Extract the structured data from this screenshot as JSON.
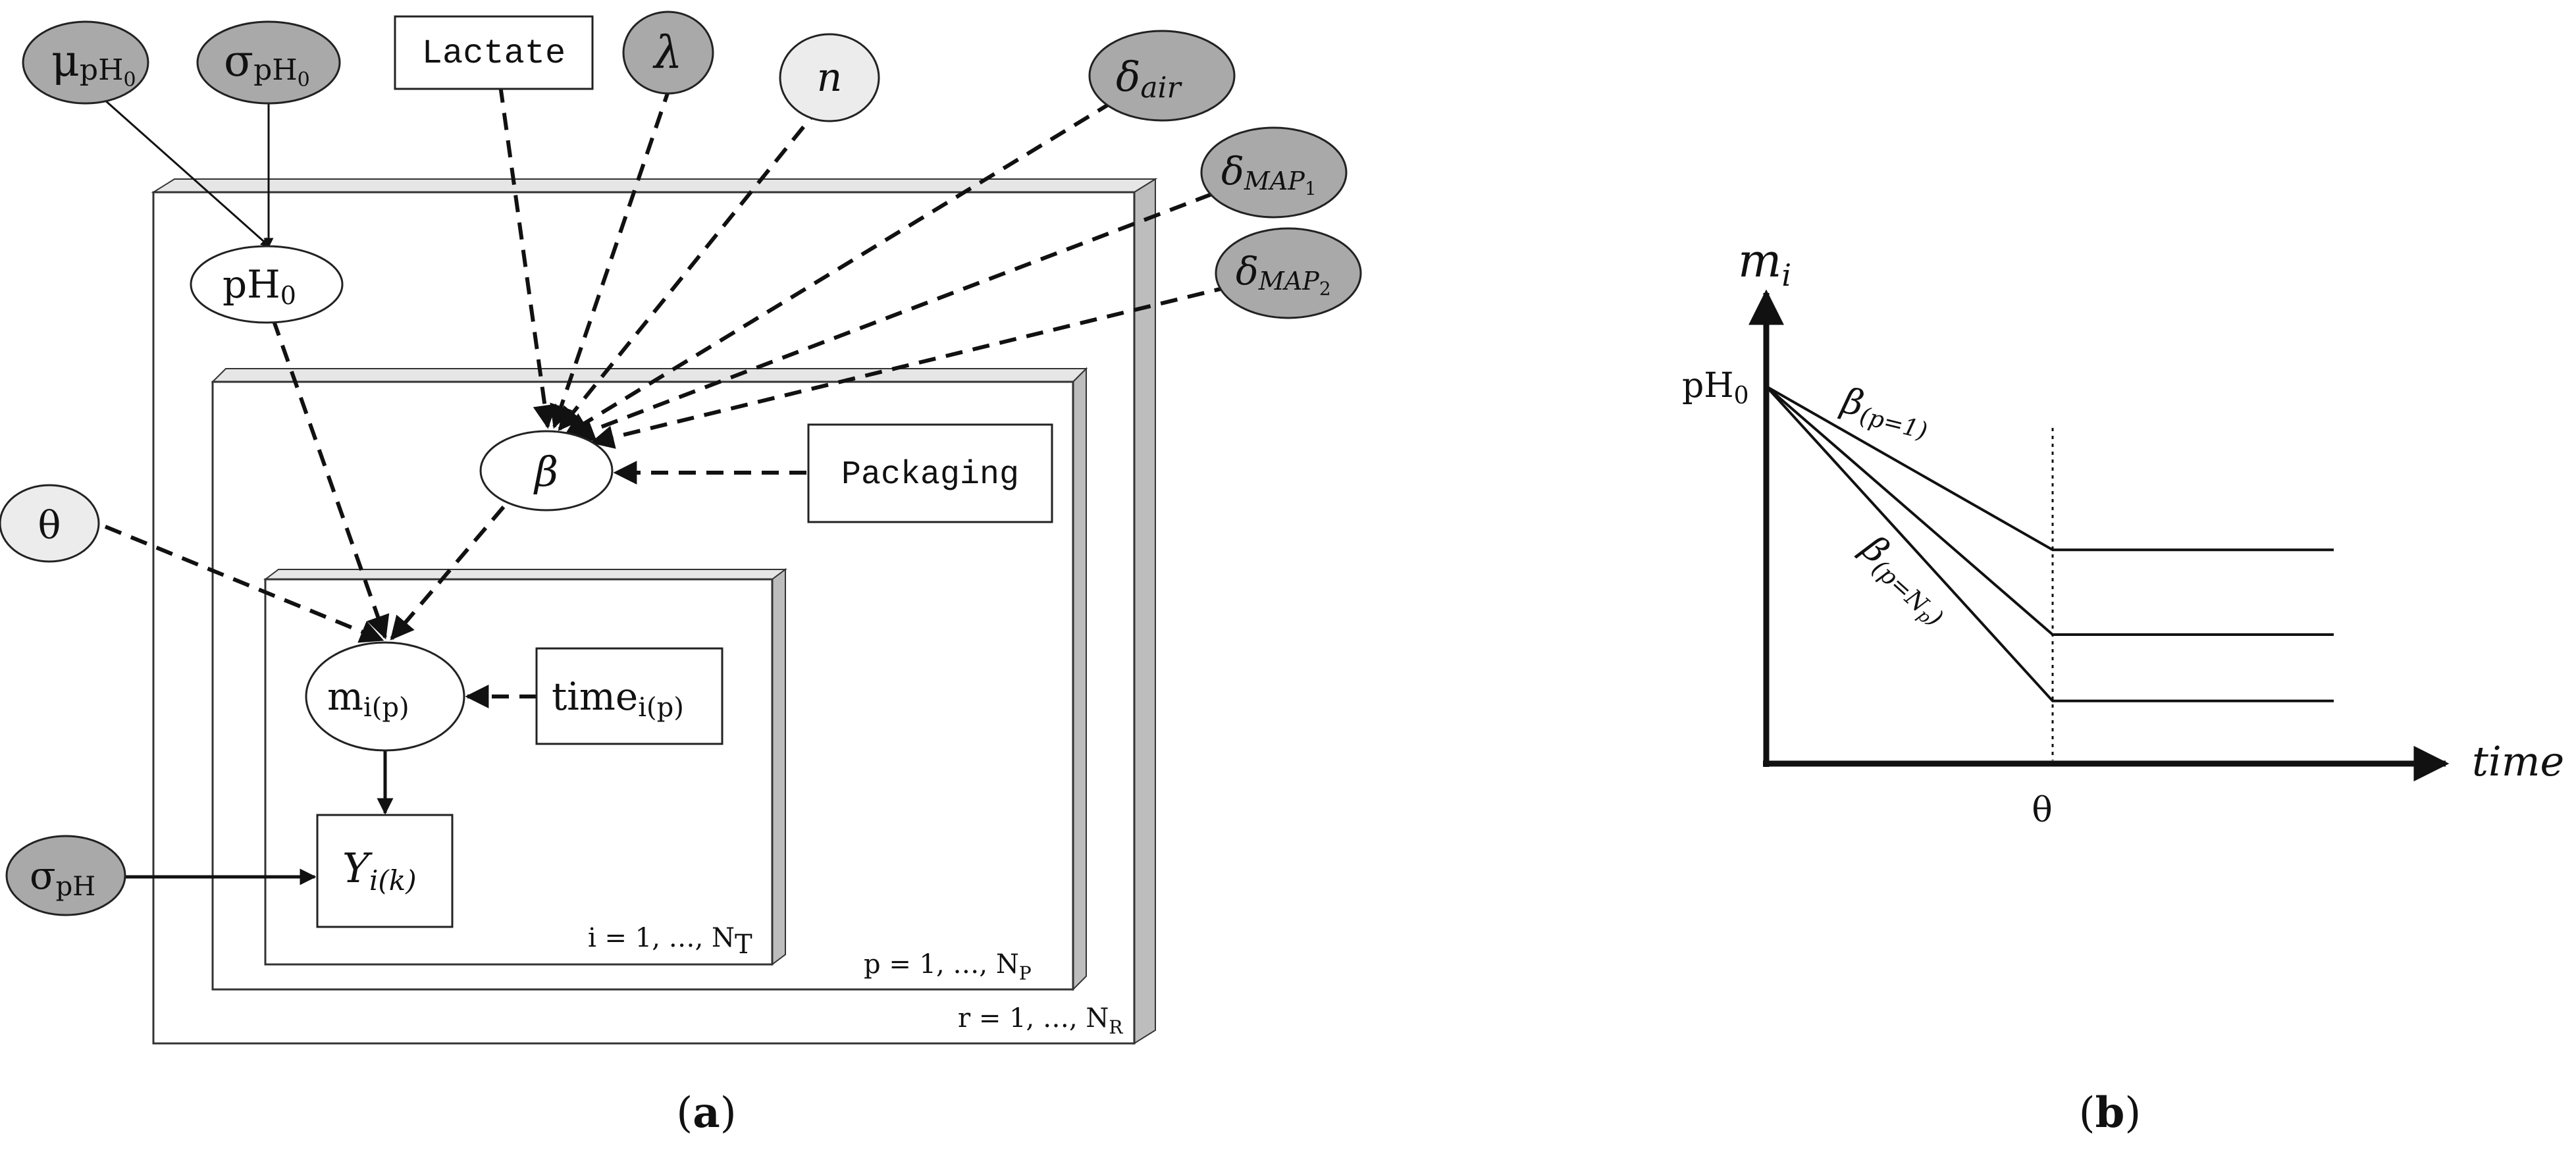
{
  "panel_a": {
    "caption": "a",
    "nodes": {
      "mu_ph0": "μ",
      "mu_ph0_sub": "pH",
      "mu_ph0_subsub": "0",
      "sigma_ph0": "σ",
      "sigma_ph0_sub": "pH",
      "sigma_ph0_subsub": "0",
      "lactate": "Lactate",
      "lambda": "λ",
      "n": "n",
      "delta_air": "δ",
      "delta_air_sub": "air",
      "delta_map1": "δ",
      "delta_map1_sub": "MAP",
      "delta_map1_subsub": "1",
      "delta_map2": "δ",
      "delta_map2_sub": "MAP",
      "delta_map2_subsub": "2",
      "ph0": "pH",
      "ph0_sub": "0",
      "theta": "θ",
      "beta": "β",
      "packaging": "Packaging",
      "m": "m",
      "m_sub": "i(p)",
      "time": "time",
      "time_sub": "i(p)",
      "sigma_ph": "σ",
      "sigma_ph_sub": "pH",
      "y": "Y",
      "y_sub": "i(k)"
    },
    "plates": {
      "inner": "i = 1, …, N",
      "inner_sub": "T",
      "middle": "p = 1, …, N",
      "middle_sub": "P",
      "outer": "r = 1, …, N",
      "outer_sub": "R"
    }
  },
  "panel_b": {
    "caption": "b",
    "y_axis_label": "m",
    "y_axis_sub": "i",
    "x_axis_label": "time",
    "start_label": "pH",
    "start_sub": "0",
    "theta_label": "θ",
    "beta_top": "β",
    "beta_top_sub": "(p=1)",
    "beta_bottom": "β",
    "beta_bottom_sub": "(p=N",
    "beta_bottom_subsub": "p",
    "beta_bottom_close": ")",
    "lines": [
      {
        "plateau_level": 0.58
      },
      {
        "plateau_level": 0.35
      },
      {
        "plateau_level": 0.17
      }
    ]
  }
}
